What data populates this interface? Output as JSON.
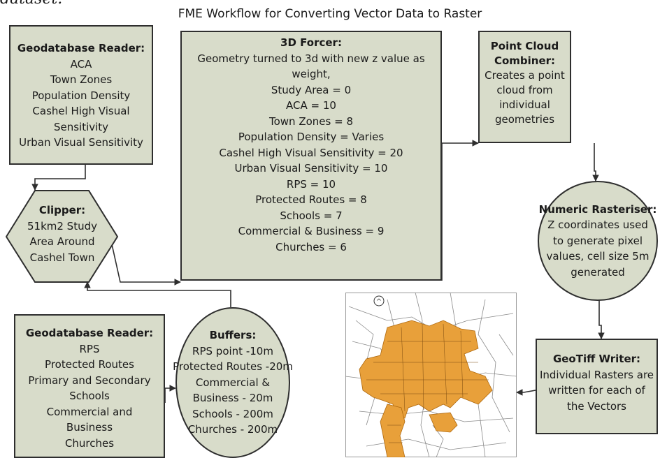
{
  "header_fragment": "dataset.",
  "title": "FME Workflow for Converting Vector Data to Raster",
  "geodatabase_reader_1": {
    "title": "Geodatabase Reader:",
    "lines": [
      "ACA",
      "Town Zones",
      "Population Density",
      "Cashel High Visual",
      "Sensitivity",
      "Urban Visual Sensitivity"
    ]
  },
  "forcer_3d": {
    "title": "3D Forcer:",
    "lines": [
      "Geometry turned to 3d with new z value as",
      "weight,",
      "Study Area = 0",
      "ACA = 10",
      "Town Zones = 8",
      "Population Density = Varies",
      "Cashel High Visual Sensitivity = 20",
      "Urban Visual Sensitivity = 10",
      "RPS = 10",
      "Protected Routes = 8",
      "Schools = 7",
      "Commercial & Business = 9",
      "Churches = 6"
    ]
  },
  "point_cloud_combiner": {
    "title_lines": [
      "Point Cloud",
      "Combiner:"
    ],
    "lines": [
      "Creates a point",
      "cloud from",
      "individual",
      "geometries"
    ]
  },
  "clipper": {
    "title": "Clipper:",
    "lines": [
      "51km2 Study",
      "Area Around",
      "Cashel Town"
    ]
  },
  "numeric_rasteriser": {
    "title": "Numeric Rasteriser:",
    "lines": [
      "Z coordinates used",
      "to generate pixel",
      "values, cell size 5m",
      "generated"
    ]
  },
  "geodatabase_reader_2": {
    "title": "Geodatabase Reader:",
    "lines": [
      "RPS",
      "Protected Routes",
      "Primary and Secondary",
      "Schools",
      "Commercial and",
      "Business",
      "Churches"
    ]
  },
  "buffers": {
    "title": "Buffers:",
    "lines": [
      "RPS point -10m",
      "Protected Routes -20m",
      "Commercial &",
      "Business - 20m",
      "Schools  - 200m",
      "Churches - 200m"
    ]
  },
  "geotiff_writer": {
    "title": "GeoTiff Writer:",
    "lines": [
      "Individual Rasters are",
      "written for each of",
      "the Vectors"
    ]
  },
  "map": {
    "north_symbol": "^"
  },
  "colors": {
    "box_fill": "#d8dcca",
    "border": "#2e2e2e",
    "map_highlight": "#e8a03a"
  }
}
